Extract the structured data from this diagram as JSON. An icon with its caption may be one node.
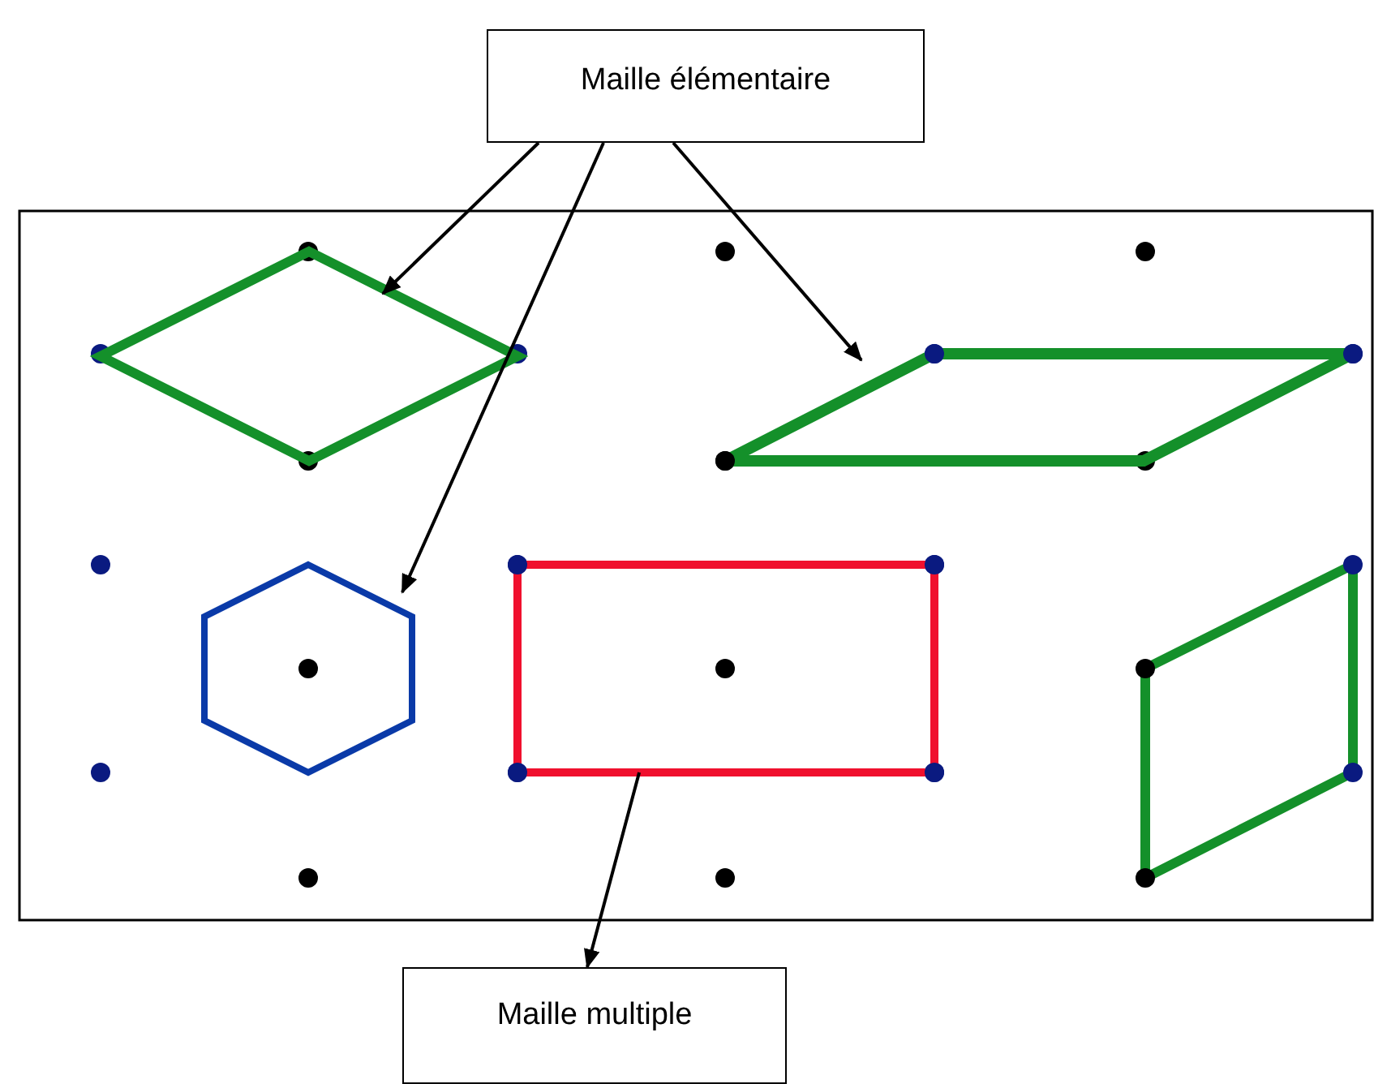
{
  "diagram": {
    "nodes": [
      {
        "text": [
          "Maille élémentaire"
        ]
      },
      {
        "text": [
          "Maille multiple"
        ]
      },
      {
        "text": [],
        "shape": "diamond"
      },
      {
        "text": [],
        "shape": "parallelogram"
      },
      {
        "text": [],
        "shape": "hexagon"
      },
      {
        "text": [],
        "shape": "box"
      }
    ],
    "edges": [
      {
        "from": 0,
        "to": 2,
        "arrow": "to"
      },
      {
        "from": 0,
        "to": 4,
        "arrow": "to"
      },
      {
        "from": 0,
        "to": 3,
        "arrow": "to"
      },
      {
        "from": 5,
        "to": 1,
        "arrow": "to"
      }
    ]
  }
}
